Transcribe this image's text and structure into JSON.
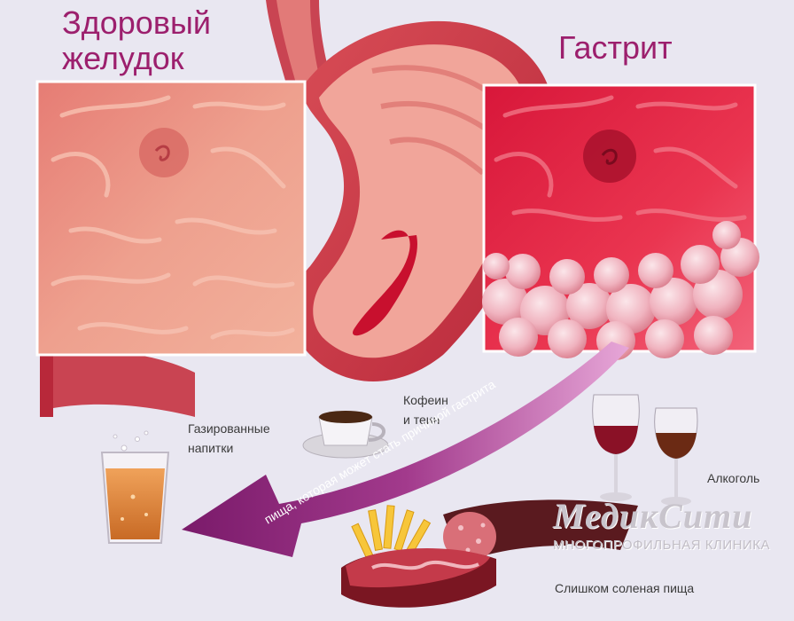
{
  "titles": {
    "healthy": [
      "Здоровый",
      "желудок"
    ],
    "gastritis": "Гастрит"
  },
  "labels": {
    "soda": [
      "Газированные",
      "напитки"
    ],
    "caffeine": [
      "Кофеин",
      "и теин"
    ],
    "alcohol": "Алкоголь",
    "salty": "Слишком соленая пища"
  },
  "arrow_text": "пища, которая может стать причиной гастрита",
  "brand": {
    "name": "МедикСити",
    "subtitle": "МНОГОПРОФИЛЬНАЯ КЛИНИКА"
  },
  "colors": {
    "title": "#9c1f6d",
    "arrow": "#a23a8c",
    "healthy_mucosa": "#e88f7f",
    "inflamed_mucosa": "#e01d3c",
    "background": "#e9e7f1"
  }
}
